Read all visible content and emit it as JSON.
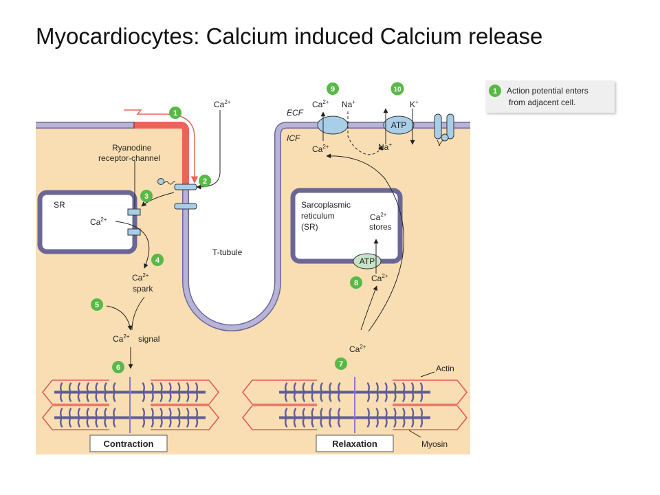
{
  "title": "Myocardiocytes: Calcium induced Calcium release",
  "legend": {
    "number": "1",
    "text_line1": "Action potential enters",
    "text_line2": "from adjacent cell."
  },
  "labels": {
    "ca_top": "Ca",
    "ecf": "ECF",
    "icf": "ICF",
    "ryanodine_line1": "Ryanodine",
    "ryanodine_line2": "receptor-channel",
    "sr": "SR",
    "ca_sr": "Ca",
    "ca_spark_ca": "Ca",
    "spark": "spark",
    "ca_signal_ca": "Ca",
    "signal": "signal",
    "t_tubule": "T-tubule",
    "sr_box_line1": "Sarcoplasmic",
    "sr_box_line2": "reticulum",
    "sr_box_line3": "(SR)",
    "ca_stores_ca": "Ca",
    "stores": "stores",
    "atp_sr": "ATP",
    "ca_8": "Ca",
    "ca_7": "Ca",
    "ca_9_ecf": "Ca",
    "na_ecf": "Na",
    "ca_9_icf": "Ca",
    "na_icf": "Na",
    "atp_pump": "ATP",
    "k": "K",
    "actin": "Actin",
    "myosin": "Myosin",
    "contraction": "Contraction",
    "relaxation": "Relaxation",
    "sup_2plus": "2+",
    "sup_plus": "+"
  },
  "steps": [
    "1",
    "2",
    "3",
    "4",
    "5",
    "6",
    "7",
    "8",
    "9",
    "10"
  ],
  "colors": {
    "cytoplasm": "#f9deb3",
    "membrane": "#b7b4d8",
    "membrane_edge": "#6a6796",
    "action_potential": "#e8655a",
    "step_badge": "#58b947",
    "channel": "#a9cfe8",
    "actin": "#e15b52",
    "myosin": "#5f5c96"
  }
}
